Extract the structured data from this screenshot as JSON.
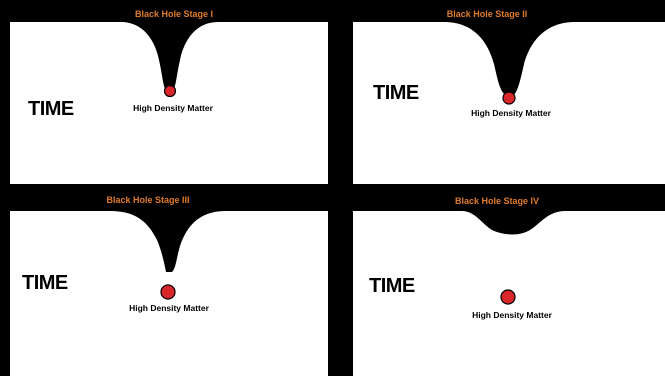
{
  "colors": {
    "background": "#000000",
    "panel": "#ffffff",
    "funnel": "#000000",
    "title": "#e07b2a",
    "matter_fill": "#d9262b",
    "matter_stroke": "#000000"
  },
  "panels": [
    {
      "title": "Black Hole Stage I",
      "time_label": "TIME",
      "matter_label": "High Density Matter"
    },
    {
      "title": "Black Hole Stage II",
      "time_label": "TIME",
      "matter_label": "High Density Matter"
    },
    {
      "title": "Black Hole  Stage III",
      "time_label": "TIME",
      "matter_label": "High Density Matter"
    },
    {
      "title": "Black Hole Stage IV",
      "time_label": "TIME",
      "matter_label": "High Density Matter"
    }
  ]
}
